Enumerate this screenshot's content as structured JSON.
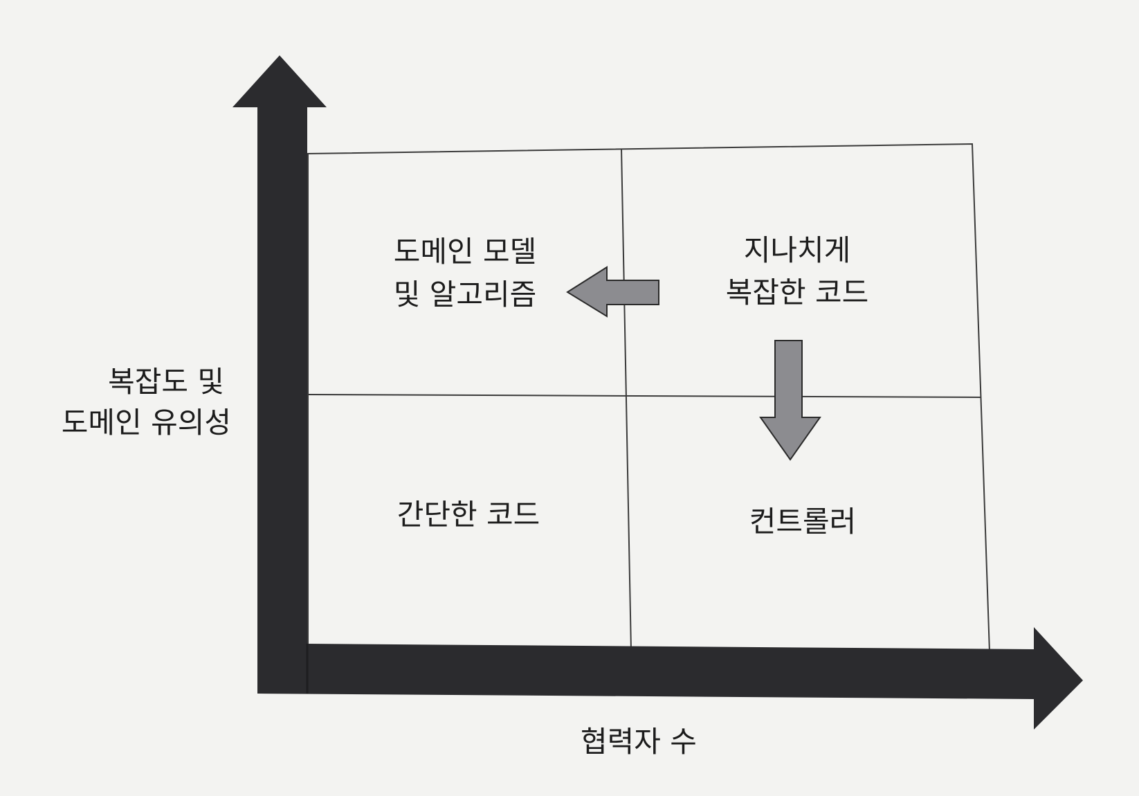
{
  "axes": {
    "y_label_line1": "복잡도 및",
    "y_label_line2": "도메인 유의성",
    "x_label": "협력자 수"
  },
  "quadrants": {
    "top_left_line1": "도메인 모델",
    "top_left_line2": "및 알고리즘",
    "top_right_line1": "지나치게",
    "top_right_line2": "복잡한 코드",
    "bottom_left": "간단한 코드",
    "bottom_right": "컨트롤러"
  },
  "colors": {
    "background": "#f3f3f1",
    "axis": "#2b2b2e",
    "grid": "#3a3a3a",
    "arrow_fill": "#8c8c90",
    "text": "#1c1c1c"
  }
}
